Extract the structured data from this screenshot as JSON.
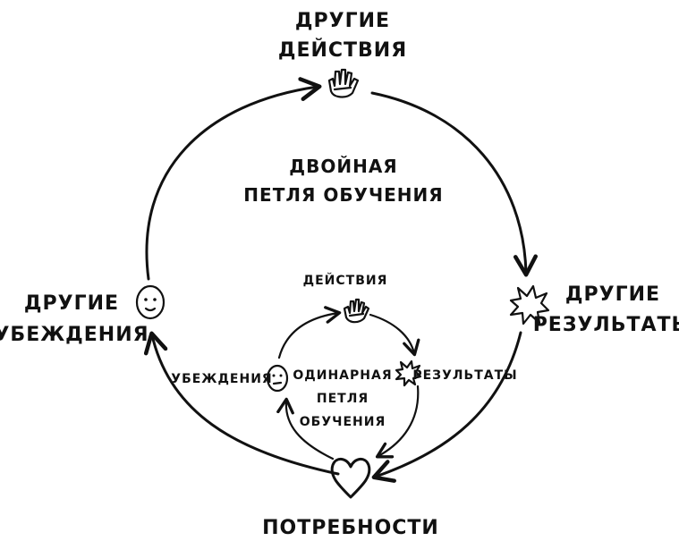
{
  "outer": {
    "actions_line1": "ДРУГИЕ",
    "actions_line2": "ДЕЙСТВИЯ",
    "results_line1": "ДРУГИЕ",
    "results_line2": "РЕЗУЛЬТАТЫ",
    "beliefs_line1": "ДРУГИЕ",
    "beliefs_line2": "УБЕЖДЕНИЯ",
    "title_line1": "ДВОЙНАЯ",
    "title_line2": "ПЕТЛЯ ОБУЧЕНИЯ"
  },
  "inner": {
    "actions": "ДЕЙСТВИЯ",
    "results": "РЕЗУЛЬТАТЫ",
    "beliefs": "УБЕЖДЕНИЯ",
    "title_line1": "ОДИНАРНАЯ",
    "title_line2": "ПЕТЛЯ",
    "title_line3": "ОБУЧЕНИЯ"
  },
  "needs": "ПОТРЕБНОСТИ",
  "icons": {
    "outer_actions": "hand-icon",
    "outer_results": "burst-icon",
    "outer_beliefs": "smiley-face-icon",
    "inner_actions": "hand-icon",
    "inner_results": "burst-icon",
    "inner_beliefs": "neutral-face-icon",
    "needs": "heart-icon"
  }
}
